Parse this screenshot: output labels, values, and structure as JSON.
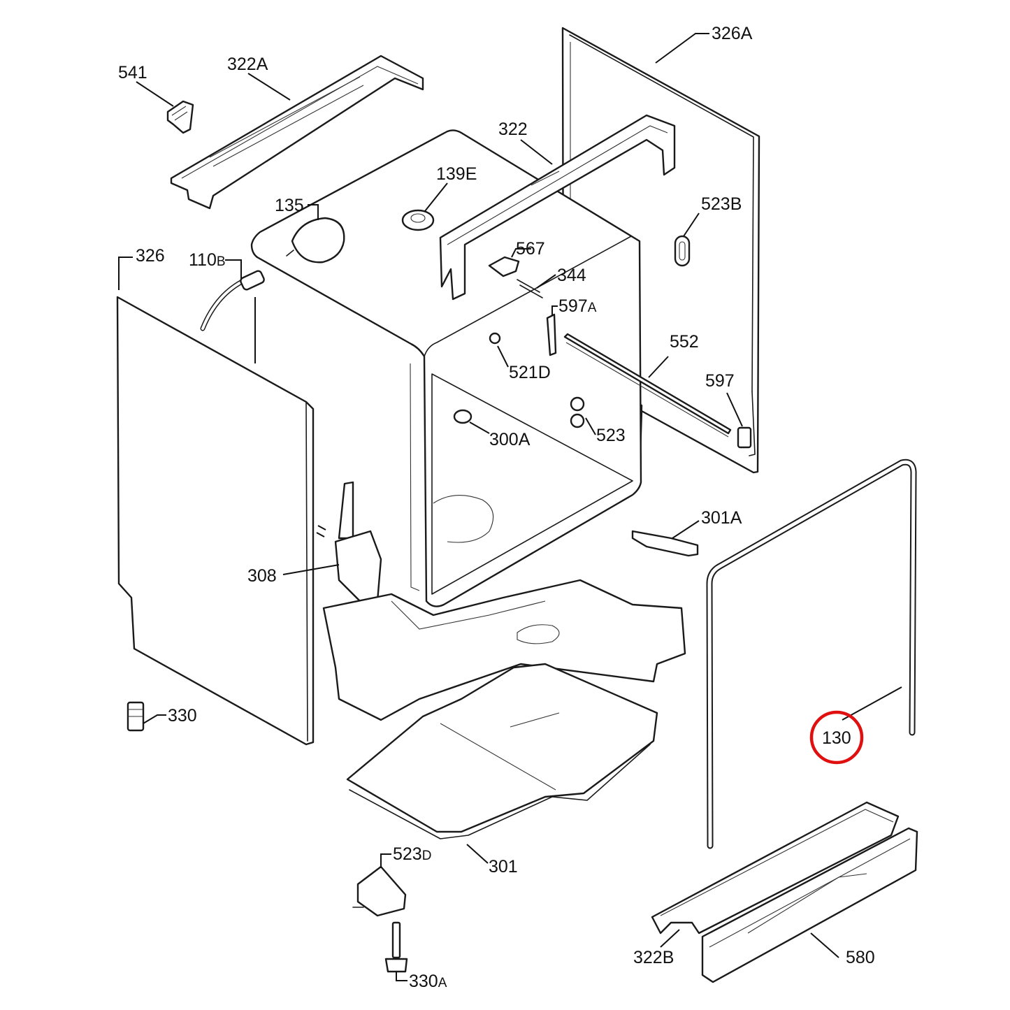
{
  "labels": {
    "p326A": "326A",
    "p541": "541",
    "p322A": "322A",
    "p322": "322",
    "p139E": "139E",
    "p135": "135",
    "p523B": "523B",
    "p567": "567",
    "p344": "344",
    "p326": "326",
    "p110": "110",
    "p110_suffix": "B",
    "p597A": "597",
    "p597A_suffix": "A",
    "p552": "552",
    "p521D": "521D",
    "p597": "597",
    "p300A": "300A",
    "p523": "523",
    "p301A": "301A",
    "p308": "308",
    "p330": "330",
    "p130": "130",
    "p523D": "523",
    "p523D_suffix": "D",
    "p301": "301",
    "p322B": "322B",
    "p580": "580",
    "p330A": "330",
    "p330A_suffix": "A"
  },
  "highlight": {
    "part": "130",
    "color": "#e01010"
  }
}
